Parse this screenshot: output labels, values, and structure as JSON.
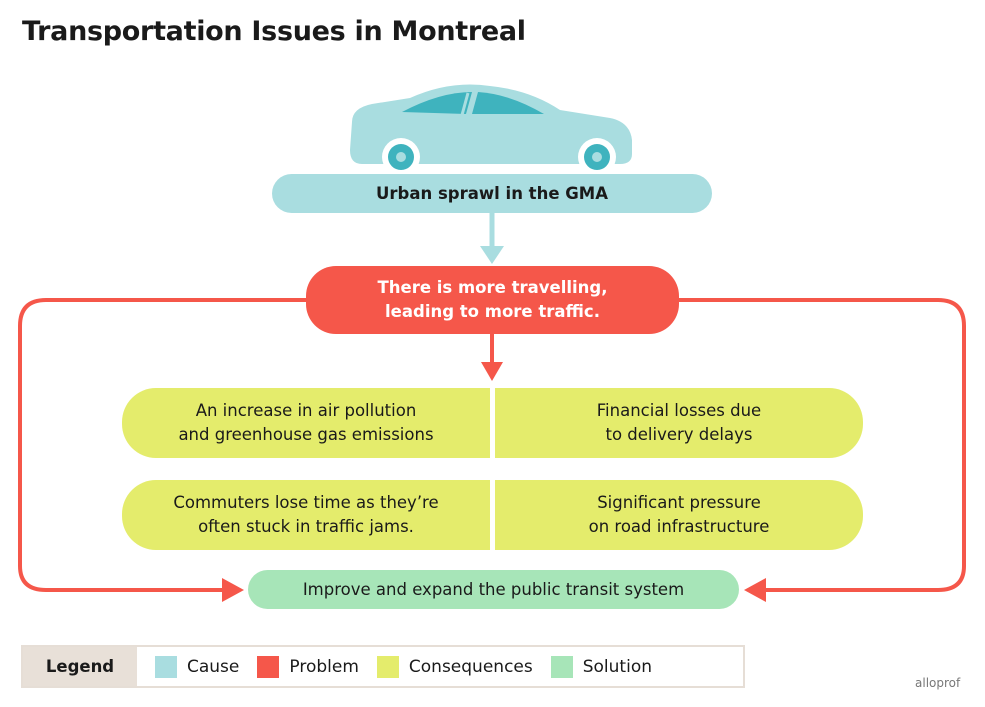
{
  "title": "Transportation Issues in Montreal",
  "cause": {
    "text": "Urban sprawl in the GMA",
    "icon": "car-icon"
  },
  "problem": {
    "text": "There is more travelling,\nleading to more traffic."
  },
  "consequences": [
    "An increase in air pollution\nand greenhouse gas emissions",
    "Financial losses due\nto delivery delays",
    "Commuters lose time as they’re\noften stuck in traffic jams.",
    "Significant pressure\non road infrastructure"
  ],
  "solution": {
    "text": "Improve and expand the public transit system"
  },
  "legend": {
    "label": "Legend",
    "items": [
      {
        "label": "Cause",
        "color": "#a9dde0"
      },
      {
        "label": "Problem",
        "color": "#f5574a"
      },
      {
        "label": "Consequences",
        "color": "#e4ec6c"
      },
      {
        "label": "Solution",
        "color": "#a7e5b8"
      }
    ]
  },
  "brand": "alloprof",
  "colors": {
    "cause": "#a9dde0",
    "problem": "#f5574a",
    "consequence": "#e4ec6c",
    "solution": "#a7e5b8"
  }
}
